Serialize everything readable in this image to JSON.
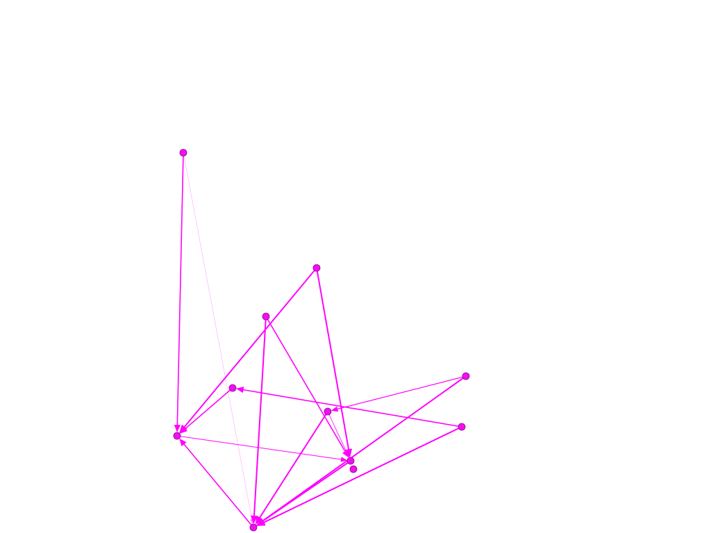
{
  "graph": {
    "node_color": "#EE11EE",
    "node_stroke": "#990099",
    "edge_color": "#FF00FF",
    "nodes": [
      {
        "id": "n1"
      },
      {
        "id": "n2"
      },
      {
        "id": "n3"
      },
      {
        "id": "n4"
      },
      {
        "id": "n5"
      },
      {
        "id": "n6"
      },
      {
        "id": "n7"
      },
      {
        "id": "n8"
      },
      {
        "id": "n9"
      },
      {
        "id": "n10"
      },
      {
        "id": "n11"
      }
    ],
    "edges": [
      {
        "from": "n1",
        "to": "n7",
        "weight": 1.6
      },
      {
        "from": "n1",
        "to": "n11",
        "weight": 0.4
      },
      {
        "from": "n2",
        "to": "n7",
        "weight": 2.0
      },
      {
        "from": "n2",
        "to": "n10",
        "weight": 2.0
      },
      {
        "from": "n3",
        "to": "n11",
        "weight": 2.0
      },
      {
        "from": "n3",
        "to": "n10",
        "weight": 1.6
      },
      {
        "from": "n5",
        "to": "n6",
        "weight": 1.2
      },
      {
        "from": "n5",
        "to": "n11",
        "weight": 2.0
      },
      {
        "from": "n8",
        "to": "n4",
        "weight": 1.6
      },
      {
        "from": "n8",
        "to": "n11",
        "weight": 2.0
      },
      {
        "from": "n4",
        "to": "n7",
        "weight": 1.6
      },
      {
        "from": "n7",
        "to": "n10",
        "weight": 1.0
      },
      {
        "from": "n11",
        "to": "n7",
        "weight": 1.6
      },
      {
        "from": "n6",
        "to": "n11",
        "weight": 2.0
      },
      {
        "from": "n6",
        "to": "n10",
        "weight": 0.8
      },
      {
        "from": "n10",
        "to": "n11",
        "weight": 2.0
      }
    ]
  }
}
